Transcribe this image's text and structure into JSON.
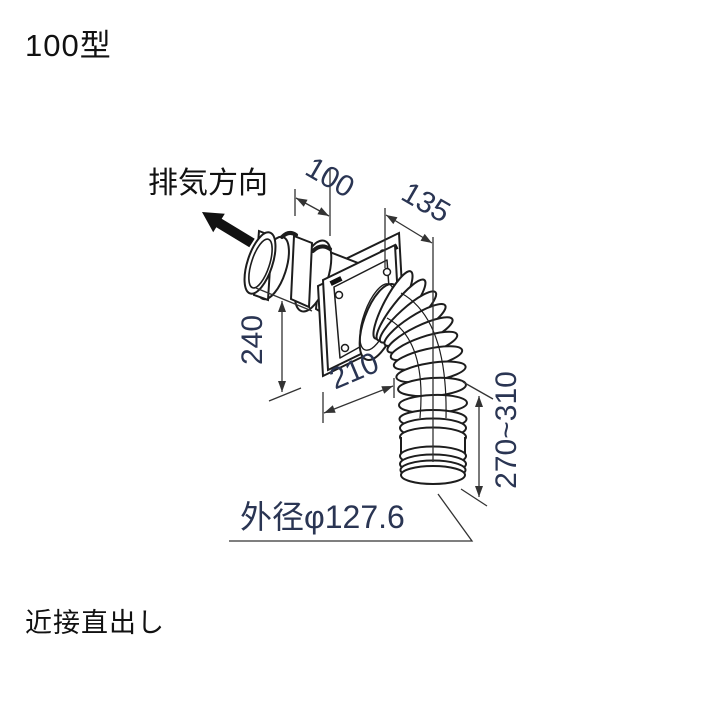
{
  "page": {
    "model_label": "100型",
    "caption": "近接直出し"
  },
  "diagram": {
    "exhaust_direction_label": "排気方向",
    "dimensions": {
      "pipe_length": "100",
      "flange_to_duct_axis": "135",
      "height": "240",
      "flange_to_duct": "210",
      "drop_range": "270~310",
      "outer_diameter": "外径φ127.6"
    },
    "colors": {
      "background": "#ffffff",
      "line": "#1d1d1d",
      "dimension_line": "#333333",
      "dimension_text": "#2a3553",
      "label_text": "#111111"
    }
  }
}
